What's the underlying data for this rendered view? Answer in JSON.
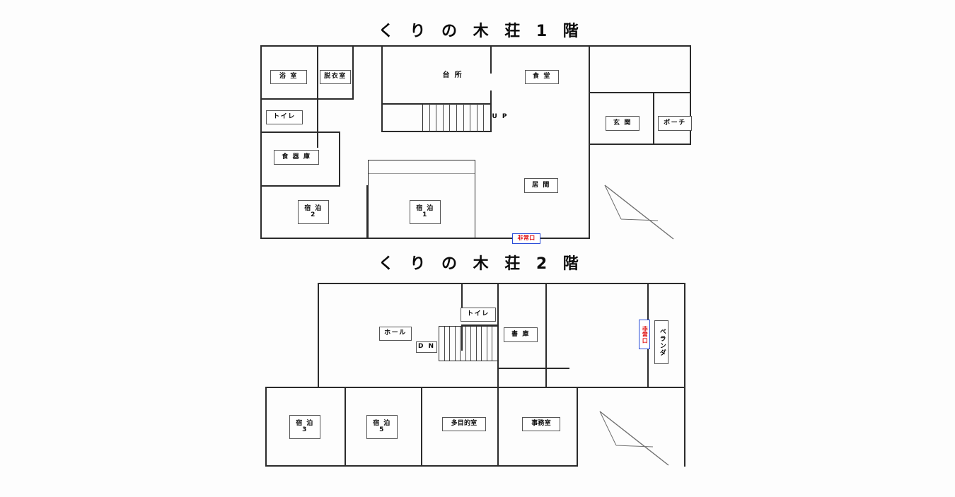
{
  "document": {
    "kind": "floor-plan-scan",
    "building_name": "くりの木荘"
  },
  "floor1": {
    "title": "く り の 木 荘 1 階",
    "rooms": [
      {
        "id": "bath",
        "label": "浴 室"
      },
      {
        "id": "changing",
        "label": "脱衣室"
      },
      {
        "id": "toilet",
        "label": "トイレ"
      },
      {
        "id": "dish-store",
        "label": "食 器 庫"
      },
      {
        "id": "kitchen",
        "label": "台 所"
      },
      {
        "id": "dining",
        "label": "食 堂"
      },
      {
        "id": "entrance",
        "label": "玄 関"
      },
      {
        "id": "porch",
        "label": "ポーチ"
      },
      {
        "id": "living",
        "label": "居 間"
      },
      {
        "id": "lodging2",
        "label_line1": "宿 泊",
        "label_line2": "2"
      },
      {
        "id": "lodging1",
        "label_line1": "宿 泊",
        "label_line2": "1"
      }
    ],
    "stairs_direction": "U P",
    "emergency_exit": "非常口",
    "stair_treads": 10
  },
  "floor2": {
    "title": "く り の 木 荘 2 階",
    "rooms": [
      {
        "id": "hall",
        "label": "ホール"
      },
      {
        "id": "toilet",
        "label": "トイレ"
      },
      {
        "id": "archive",
        "label": "書 庫"
      },
      {
        "id": "veranda",
        "label": "ベランダ"
      },
      {
        "id": "lodging3",
        "label_line1": "宿 泊",
        "label_line2": "3"
      },
      {
        "id": "lodging5",
        "label_line1": "宿 泊",
        "label_line2": "5"
      },
      {
        "id": "multipurpose",
        "label": "多目的室"
      },
      {
        "id": "office",
        "label": "事務室"
      }
    ],
    "stairs_direction": "D N",
    "emergency_exit": "非常口",
    "stair_treads": 11
  },
  "colors": {
    "wall": "#2b2b2b",
    "wall_light": "#6a6a6a",
    "emergency_text": "#e01010",
    "emergency_border": "#2b4ed8",
    "paper": "#fdfdfd"
  }
}
